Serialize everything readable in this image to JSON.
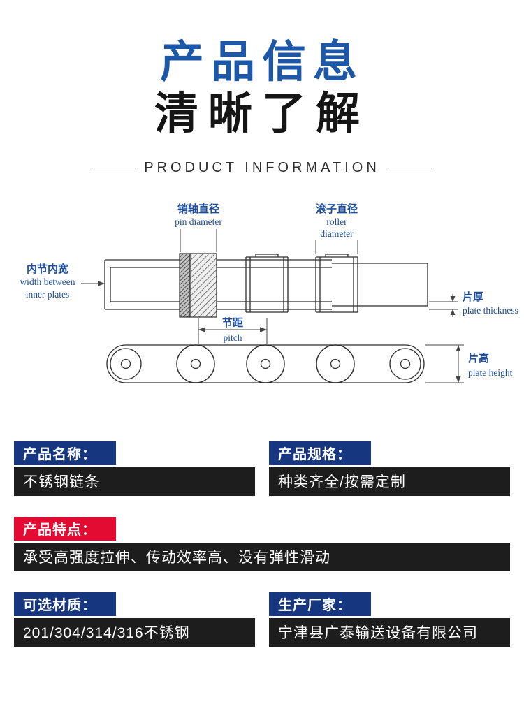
{
  "header": {
    "title_line1": "产品信息",
    "title_line2": "清晰了解",
    "subtitle": "PRODUCT INFORMATION"
  },
  "diagram": {
    "labels": {
      "pin_zh": "销轴直径",
      "pin_en": "pin diameter",
      "roller_zh": "滚子直径",
      "roller_en1": "roller",
      "roller_en2": "diameter",
      "width_zh": "内节内宽",
      "width_en1": "width between",
      "width_en2": "inner plates",
      "thickness_zh": "片厚",
      "thickness_en": "plate thickness",
      "pitch_zh": "节距",
      "pitch_en": "pitch",
      "height_zh": "片高",
      "height_en": "plate height"
    }
  },
  "cards": [
    {
      "label": "产品名称：",
      "value": "不锈钢链条",
      "color": "blue"
    },
    {
      "label": "产品规格：",
      "value": "种类齐全/按需定制",
      "color": "blue"
    },
    {
      "label": "产品特点：",
      "value": "承受高强度拉伸、传动效率高、没有弹性滑动",
      "color": "red"
    },
    {
      "label": "可选材质：",
      "value": "201/304/314/316不锈钢",
      "color": "blue"
    },
    {
      "label": "生产厂家：",
      "value": "宁津县广泰输送设备有限公司",
      "color": "blue"
    }
  ],
  "colors": {
    "title_blue": "#1c57a8",
    "badge_blue": "#16367f",
    "badge_red": "#e30b31",
    "bar_black": "#1d1d1d",
    "diagram_label_blue": "#1d4e9e"
  }
}
